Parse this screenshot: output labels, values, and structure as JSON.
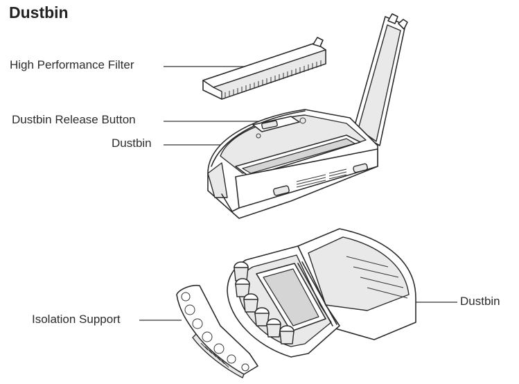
{
  "page": {
    "title": "Dustbin"
  },
  "labels": {
    "high_performance_filter": "High Performance Filter",
    "dustbin_release_button": "Dustbin Release Button",
    "dustbin_top": "Dustbin",
    "isolation_support": "Isolation Support",
    "dustbin_bottom": "Dustbin"
  }
}
